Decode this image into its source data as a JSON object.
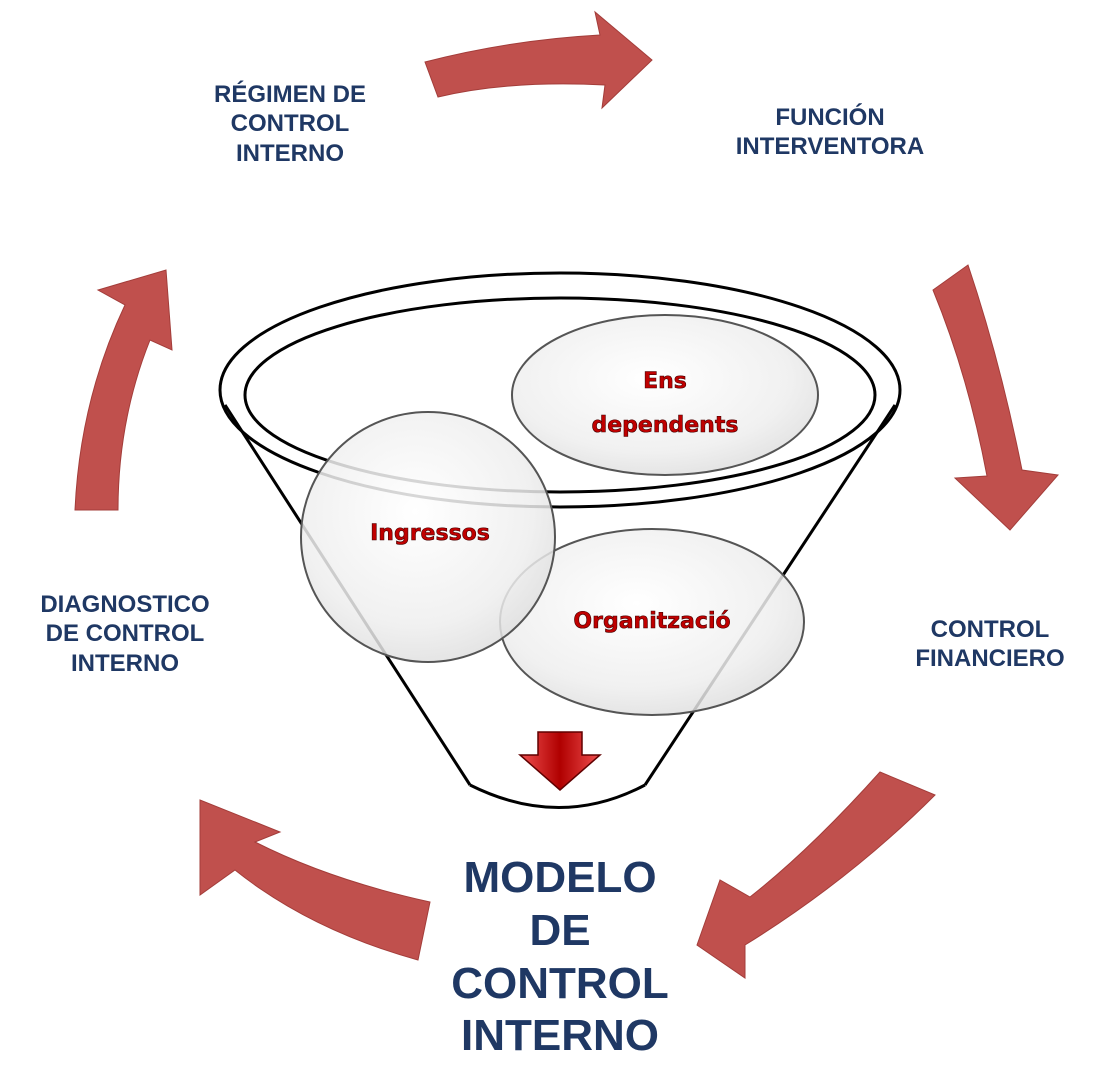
{
  "colors": {
    "arrow": "#c0504d",
    "arrow_dark": "#a33d3a",
    "label": "#1f3864",
    "bubble_text": "#c00000",
    "bubble_fill": "#ececec",
    "funnel_outline": "#000000",
    "down_arrow": "#e02020"
  },
  "labels": {
    "regimen": "RÉGIMEN DE\nCONTROL\nINTERNO",
    "funcion": "FUNCIÓN\nINTERVENTORA",
    "control_financiero": "CONTROL\nFINANCIERO",
    "diagnostico": "DIAGNOSTICO\nDE CONTROL\nINTERNO",
    "modelo": "MODELO\nDE\nCONTROL\nINTERNO"
  },
  "funnel": {
    "bubbles": {
      "ens_line1": "Ens",
      "ens_line2": "dependents",
      "ingressos": "Ingressos",
      "organitzacio": "Organització"
    },
    "down_arrow_icon": "arrow-down-icon"
  }
}
